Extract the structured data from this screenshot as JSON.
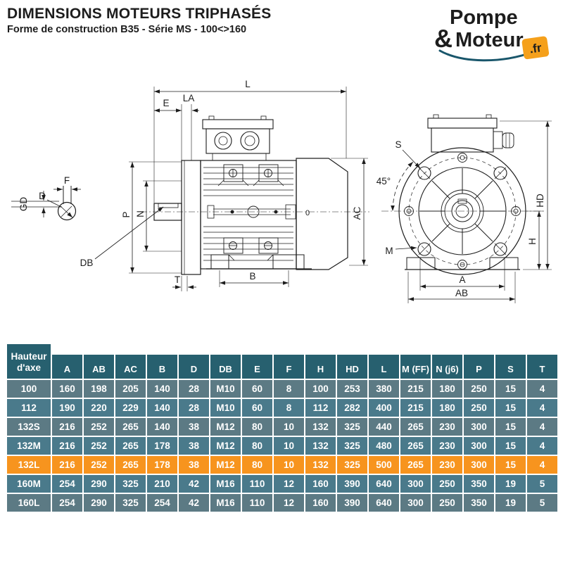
{
  "header": {
    "title": "DIMENSIONS MOTEURS TRIPHASÉS",
    "subtitle": "Forme de construction B35 - Série MS - 100<>160"
  },
  "logo": {
    "part1": "Pompe",
    "amp": "&",
    "part2": "Moteur",
    "tld": ".fr",
    "teal": "#19566B",
    "orange": "#F5A01B"
  },
  "drawing": {
    "labels": {
      "F": "F",
      "D": "D",
      "GD": "GD",
      "DB": "DB",
      "L": "L",
      "E": "E",
      "LA": "LA",
      "P": "P",
      "N": "N",
      "T": "T",
      "B": "B",
      "O": "0",
      "AC": "AC",
      "S": "S",
      "angle": "45°",
      "M": "M",
      "HD": "HD",
      "H": "H",
      "A": "A",
      "AB": "AB"
    }
  },
  "table": {
    "header_col0": "Hauteur d'axe",
    "columns": [
      "A",
      "AB",
      "AC",
      "B",
      "D",
      "DB",
      "E",
      "F",
      "H",
      "HD",
      "L",
      "M (FF)",
      "N (j6)",
      "P",
      "S",
      "T"
    ],
    "rows": [
      {
        "label": "100",
        "tone": "a",
        "values": [
          "160",
          "198",
          "205",
          "140",
          "28",
          "M10",
          "60",
          "8",
          "100",
          "253",
          "380",
          "215",
          "180",
          "250",
          "15",
          "4"
        ]
      },
      {
        "label": "112",
        "tone": "b",
        "values": [
          "190",
          "220",
          "229",
          "140",
          "28",
          "M10",
          "60",
          "8",
          "112",
          "282",
          "400",
          "215",
          "180",
          "250",
          "15",
          "4"
        ]
      },
      {
        "label": "132S",
        "tone": "a",
        "values": [
          "216",
          "252",
          "265",
          "140",
          "38",
          "M12",
          "80",
          "10",
          "132",
          "325",
          "440",
          "265",
          "230",
          "300",
          "15",
          "4"
        ]
      },
      {
        "label": "132M",
        "tone": "b",
        "values": [
          "216",
          "252",
          "265",
          "178",
          "38",
          "M12",
          "80",
          "10",
          "132",
          "325",
          "480",
          "265",
          "230",
          "300",
          "15",
          "4"
        ]
      },
      {
        "label": "132L",
        "tone": "highlight",
        "values": [
          "216",
          "252",
          "265",
          "178",
          "38",
          "M12",
          "80",
          "10",
          "132",
          "325",
          "500",
          "265",
          "230",
          "300",
          "15",
          "4"
        ]
      },
      {
        "label": "160M",
        "tone": "b",
        "values": [
          "254",
          "290",
          "325",
          "210",
          "42",
          "M16",
          "110",
          "12",
          "160",
          "390",
          "640",
          "300",
          "250",
          "350",
          "19",
          "5"
        ]
      },
      {
        "label": "160L",
        "tone": "a",
        "values": [
          "254",
          "290",
          "325",
          "254",
          "42",
          "M16",
          "110",
          "12",
          "160",
          "390",
          "640",
          "300",
          "250",
          "350",
          "19",
          "5"
        ]
      }
    ],
    "colors": {
      "header_bg": "#27606F",
      "row_a": "#5C7A84",
      "row_b": "#4A7A8B",
      "highlight": "#F7941E",
      "text": "#FFFFFF"
    }
  }
}
